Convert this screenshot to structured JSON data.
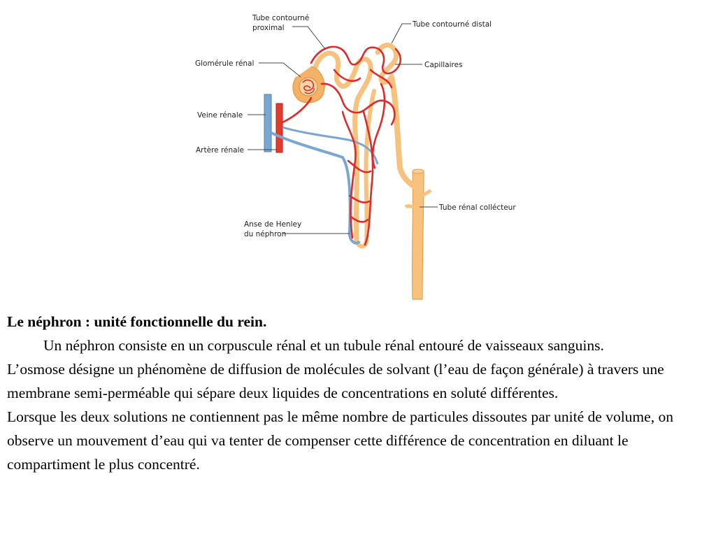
{
  "diagram": {
    "labels": {
      "proximal_line1": "Tube contourné",
      "proximal_line2": "proximal",
      "distal": "Tube contourné distal",
      "glomerule": "Glomérule rénal",
      "capillaires": "Capillaires",
      "veine": "Veine rénale",
      "artere": "Artère rénale",
      "collecteur": "Tube rénal collécteur",
      "henley_line1": "Anse de Henley",
      "henley_line2": "du néphron"
    },
    "colors": {
      "artery": "#e02a2a",
      "vein": "#6fa0cc",
      "tubule": "#f6c27e",
      "tubule_edge": "#e3a24f"
    }
  },
  "text": {
    "heading": "Le néphron : unité fonctionnelle du rein.",
    "para1": "Un néphron consiste en un corpuscule rénal et un tubule rénal entouré de vaisseaux sanguins.",
    "para2": "L’osmose désigne un phénomène de diffusion de molécules de solvant (l’eau de façon générale) à travers une membrane semi-perméable qui sépare deux liquides de concentrations en soluté différentes.",
    "para3": "Lorsque les deux solutions ne contiennent pas le même nombre de particules dissoutes par unité de volume, on observe un mouvement d’eau qui va tenter de compenser cette différence de concentration en diluant le compartiment le plus concentré."
  }
}
